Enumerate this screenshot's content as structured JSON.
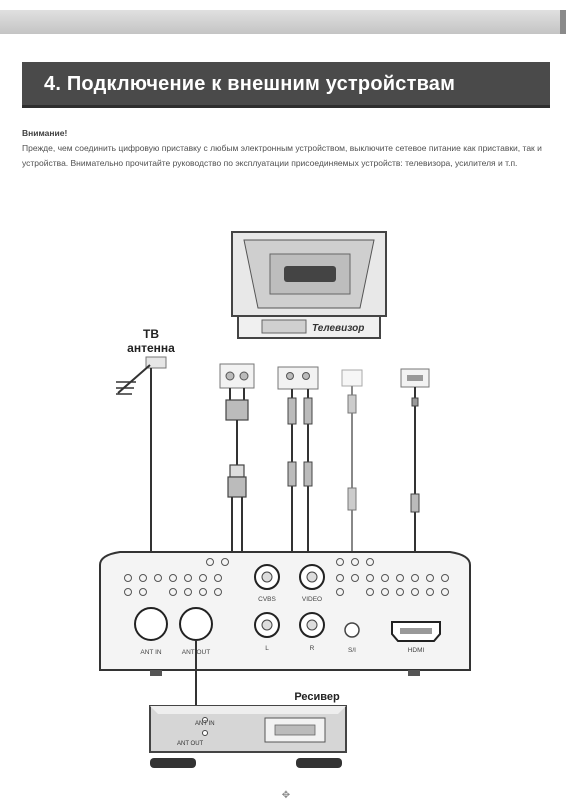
{
  "header": {
    "title": "4. Подключение к внешним устройствам"
  },
  "warning": {
    "title": "Внимание!",
    "text": "Прежде, чем соединить цифровую приставку с любым электронным устройством, выключите сетевое питание как приставки, так и устройства. Внимательно прочитайте руководство по эксплуатации присоединяемых устройств: телевизора, усилителя и т.п."
  },
  "diagram": {
    "tv_label": "Телевизор",
    "antenna_label_line1": "ТВ",
    "antenna_label_line2": "антенна",
    "receiver_label": "Ресивер",
    "panel_labels": {
      "ant_in": "ANT IN",
      "ant_out": "ANT OUT",
      "cvbs": "CVBS",
      "video": "VIDEO",
      "l": "L",
      "r": "R",
      "spdif": "S/I",
      "hdmi": "HDMI"
    },
    "receiver_port_labels": {
      "ant_in": "ANT IN",
      "ant_out": "ANT OUT"
    }
  },
  "colors": {
    "header_bg": "#4a4a4a",
    "line": "#333333",
    "panel_fill": "#f4f4f4"
  }
}
